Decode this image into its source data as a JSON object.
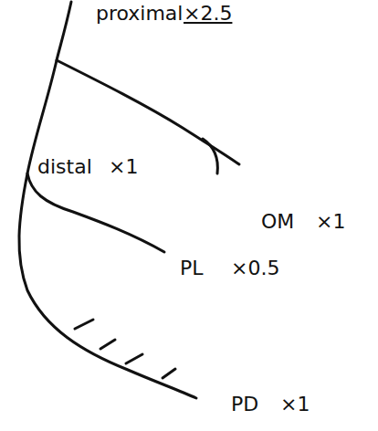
{
  "diagram": {
    "labels": [
      "proximal",
      "×2.5",
      "distal",
      "×1",
      "OM",
      "×1",
      "PL",
      "×0.5",
      "PD",
      "×1"
    ]
  }
}
